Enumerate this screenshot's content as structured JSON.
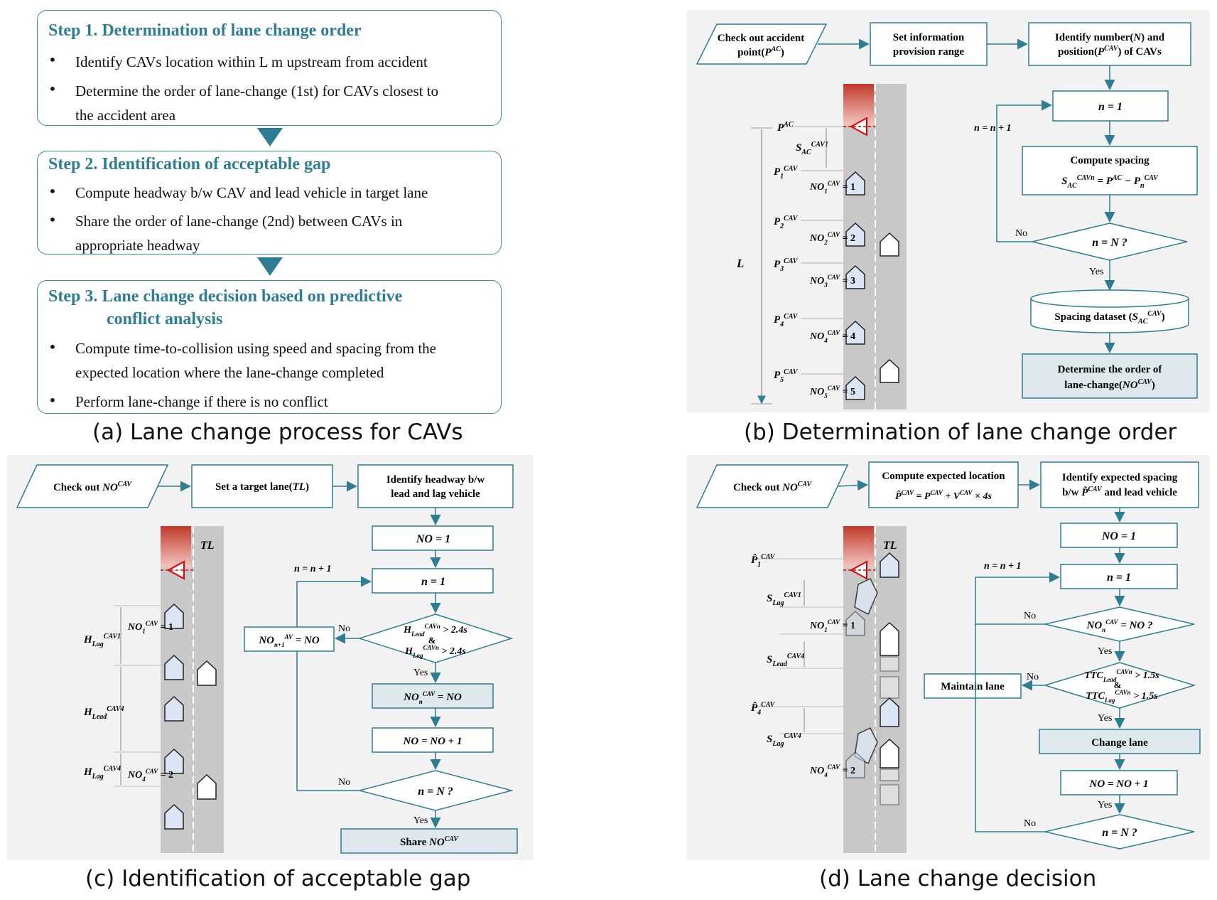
{
  "panel_a": {
    "caption": "(a) Lane change process for CAVs",
    "step1": {
      "title": "Step 1. Determination of lane change order",
      "b1": "Identify CAVs location within L m upstream from accident",
      "b2_l1": "Determine the order of lane-change (1st) for CAVs closest to",
      "b2_l2": "the accident area"
    },
    "step2": {
      "title": "Step 2. Identification of acceptable gap",
      "b1": "Compute headway b/w CAV and lead vehicle in target lane",
      "b2_l1": "Share the order of lane-change (2nd) between CAVs in",
      "b2_l2": "appropriate headway"
    },
    "step3": {
      "title_l1": "Step 3. Lane change decision based on predictive",
      "title_l2": "conflict analysis",
      "b1_l1": "Compute time-to-collision using speed and spacing from the",
      "b1_l2": "expected location where the lane-change completed",
      "b2": "Perform lane-change if there is no conflict"
    }
  },
  "panel_b": {
    "caption": "(b) Determination of lane change order",
    "input": "Check out accident point(P^AC)",
    "box2_l1": "Set information",
    "box2_l2": "provision range",
    "box3_l1": "Identify number(N) and",
    "box3_l2": "position(P^CAV) of CAVs",
    "n1": "n = 1",
    "loop": "n = n + 1",
    "compute_l1": "Compute spacing",
    "compute_l2": "S_AC^CAVn = P^AC − P_n^CAV",
    "decision": "n = N ?",
    "no": "No",
    "yes": "Yes",
    "dataset": "Spacing dataset (S_AC^CAV)",
    "final_l1": "Determine the order of",
    "final_l2": "lane-change(NO^CAV)",
    "label_L": "L",
    "label_PAC": "P^AC",
    "label_SAC": "S_AC^CAV1",
    "positions": [
      "P1CAV",
      "P2CAV",
      "P3CAV",
      "P4CAV",
      "P5CAV"
    ],
    "orders": [
      "NO1CAV = 1",
      "NO2CAV = 2",
      "NO3CAV = 3",
      "NO4CAV = 4",
      "NO5CAV = 5"
    ]
  },
  "panel_c": {
    "caption": "(c) Identification of acceptable gap",
    "input": "Check out NO^CAV",
    "box2": "Set a target lane(TL)",
    "box3_l1": "Identify headway b/w",
    "box3_l2": "lead and lag vehicle",
    "no1": "NO = 1",
    "n1": "n = 1",
    "loop": "n = n + 1",
    "decision1_l1": "H_Lead^CAVn > 2.4s",
    "decision1_amp": "&",
    "decision1_l2": "H_Lag^CAVn > 2.4s",
    "assign": "NO_n^CAV = NO",
    "side": "NO_n+1^AV = NO",
    "increment": "NO = NO + 1",
    "decision2": "n = N ?",
    "final": "Share NO^CAV",
    "no": "No",
    "yes": "Yes",
    "tl": "TL",
    "h_labels": [
      "HLagCAV1",
      "HLeadCAV4",
      "HLagCAV4"
    ],
    "orders": [
      "NO1CAV = 1",
      "NO4CAV = 2"
    ]
  },
  "panel_d": {
    "caption": "(d) Lane change decision",
    "input": "Check out NO^CAV",
    "box2_l1": "Compute expected location",
    "box2_l2": "P̂^CAV = P^CAV + V^CAV × 4s",
    "box3_l1": "Identify expected spacing",
    "box3_l2": "b/w P̂^CAV and lead vehicle",
    "no1": "NO = 1",
    "n1": "n = 1",
    "loop": "n = n + 1",
    "decision1": "NO_n^CAV = NO ?",
    "decision2_l1": "TTC_Lead^CAVn > 1.5s",
    "decision2_amp": "&",
    "decision2_l2": "TTC_Lag^CAVn > 1.5s",
    "maintain": "Maintain lane",
    "change": "Change lane",
    "increment": "NO = NO + 1",
    "decision3": "n = N ?",
    "no": "No",
    "yes": "Yes",
    "tl": "TL",
    "labels": [
      "P̂1CAV",
      "SLagCAV1",
      "SLeadCAV4",
      "P̂4CAV",
      "SLagCAV4"
    ],
    "orders": [
      "NO1CAV = 1",
      "NO4CAV = 2"
    ]
  }
}
